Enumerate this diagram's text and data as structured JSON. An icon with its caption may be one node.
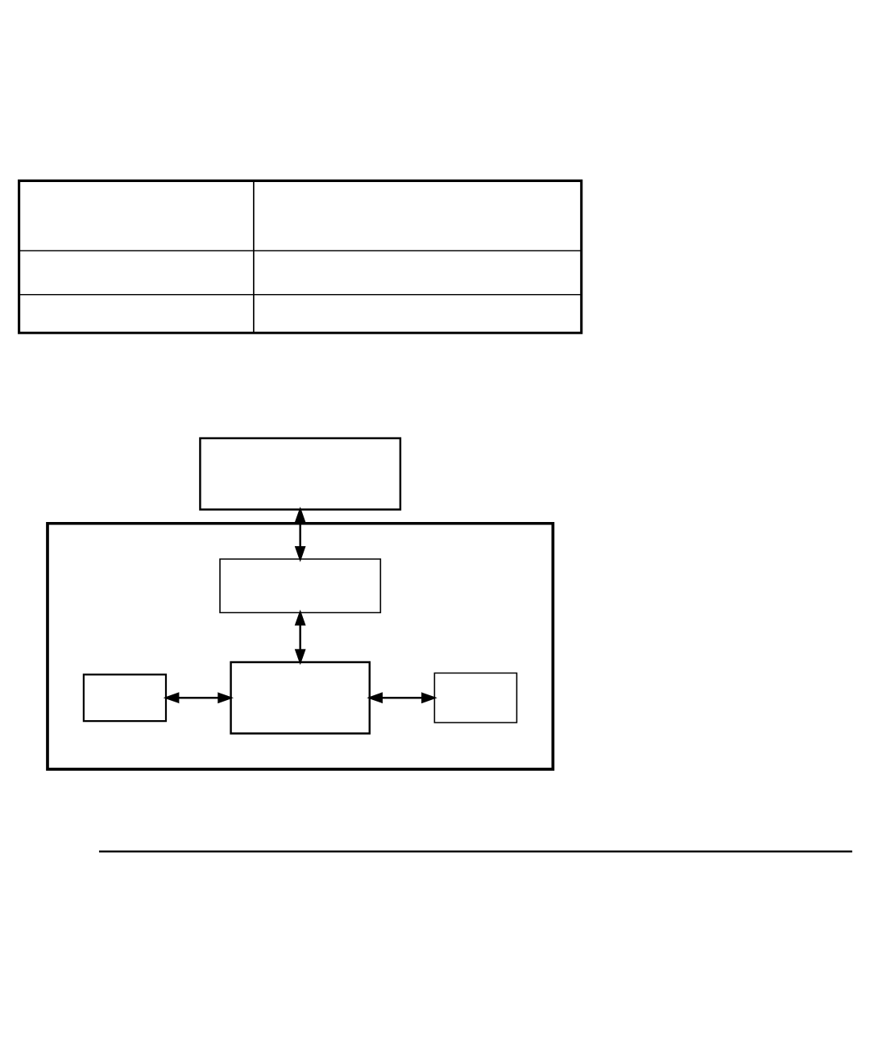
{
  "diagram": {
    "nodes": [
      {
        "text": [],
        "shape": "table"
      },
      {
        "text": [],
        "shape": "box"
      },
      {
        "text": [],
        "shape": "box"
      },
      {
        "text": [],
        "shape": "box",
        "in": 2
      },
      {
        "text": [],
        "shape": "box",
        "in": 2
      },
      {
        "text": [],
        "shape": "box",
        "in": 2
      },
      {
        "text": [],
        "shape": "box",
        "in": 2
      }
    ],
    "edges": [
      {
        "from": 1,
        "to": 3,
        "arrow": "both"
      },
      {
        "from": 3,
        "to": 5,
        "arrow": "both"
      },
      {
        "from": 4,
        "to": 5,
        "arrow": "both"
      },
      {
        "from": 5,
        "to": 6,
        "arrow": "both"
      }
    ]
  }
}
